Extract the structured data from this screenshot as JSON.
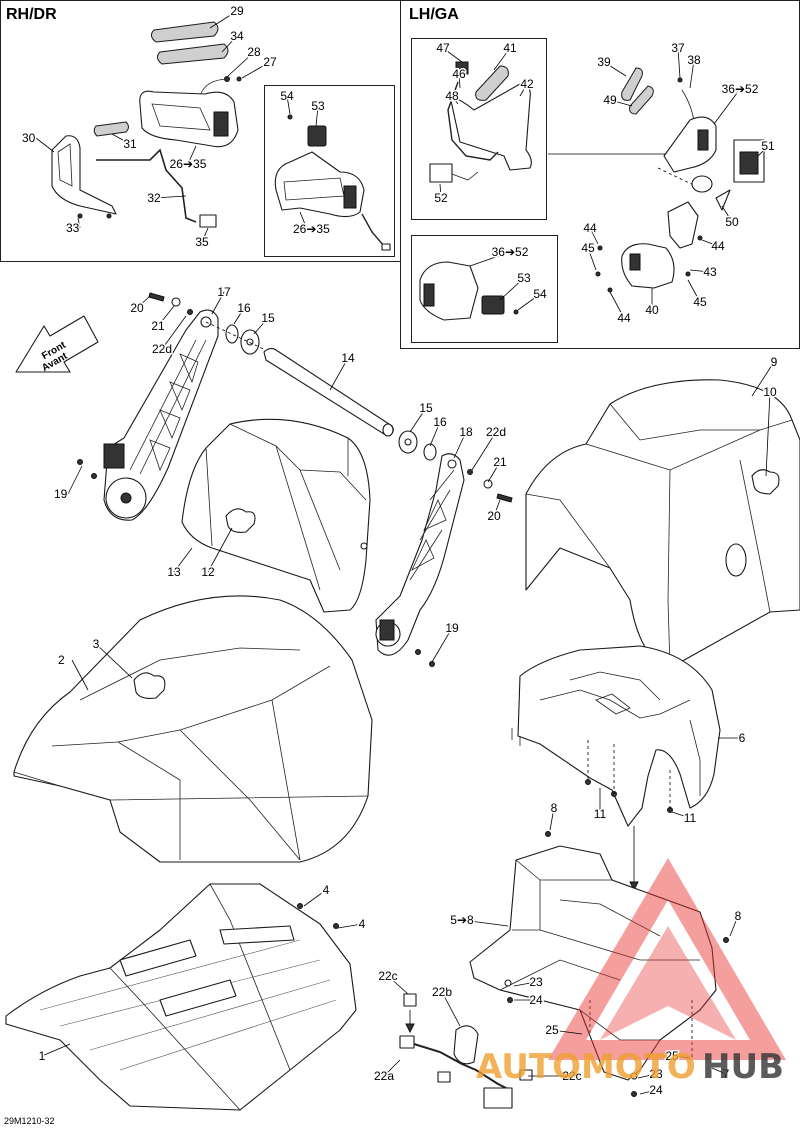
{
  "sections": {
    "rh_title": "RH/DR",
    "lh_title": "LH/GA"
  },
  "figure_id": "29M1210-32",
  "arrow": {
    "line1": "Front",
    "line2": "Avant"
  },
  "watermark": {
    "text_a": "AUTOMOTO",
    "text_b": "HUB",
    "color_a": "#f0a030",
    "color_b": "#333333",
    "logo_color": "#e83030"
  },
  "callouts": [
    {
      "t": "29"
    },
    {
      "t": "34"
    },
    {
      "t": "28"
    },
    {
      "t": "27"
    },
    {
      "t": "30"
    },
    {
      "t": "31"
    },
    {
      "t": "26➔35"
    },
    {
      "t": "32"
    },
    {
      "t": "33"
    },
    {
      "t": "35"
    },
    {
      "t": "54"
    },
    {
      "t": "53"
    },
    {
      "t": "26➔35"
    },
    {
      "t": "47"
    },
    {
      "t": "41"
    },
    {
      "t": "46"
    },
    {
      "t": "42"
    },
    {
      "t": "48"
    },
    {
      "t": "52"
    },
    {
      "t": "39"
    },
    {
      "t": "37"
    },
    {
      "t": "38"
    },
    {
      "t": "49"
    },
    {
      "t": "36➔52"
    },
    {
      "t": "51"
    },
    {
      "t": "50"
    },
    {
      "t": "44"
    },
    {
      "t": "45"
    },
    {
      "t": "44"
    },
    {
      "t": "43"
    },
    {
      "t": "40"
    },
    {
      "t": "45"
    },
    {
      "t": "44"
    },
    {
      "t": "36➔52"
    },
    {
      "t": "53"
    },
    {
      "t": "54"
    },
    {
      "t": "17"
    },
    {
      "t": "20"
    },
    {
      "t": "16"
    },
    {
      "t": "15"
    },
    {
      "t": "21"
    },
    {
      "t": "22d"
    },
    {
      "t": "14"
    },
    {
      "t": "19"
    },
    {
      "t": "15"
    },
    {
      "t": "16"
    },
    {
      "t": "18"
    },
    {
      "t": "22d"
    },
    {
      "t": "21"
    },
    {
      "t": "20"
    },
    {
      "t": "19"
    },
    {
      "t": "13"
    },
    {
      "t": "12"
    },
    {
      "t": "9"
    },
    {
      "t": "10"
    },
    {
      "t": "3"
    },
    {
      "t": "2"
    },
    {
      "t": "6"
    },
    {
      "t": "11"
    },
    {
      "t": "11"
    },
    {
      "t": "8"
    },
    {
      "t": "5➔8"
    },
    {
      "t": "8"
    },
    {
      "t": "4"
    },
    {
      "t": "4"
    },
    {
      "t": "22c"
    },
    {
      "t": "22b"
    },
    {
      "t": "23"
    },
    {
      "t": "24"
    },
    {
      "t": "25"
    },
    {
      "t": "1"
    },
    {
      "t": "25"
    },
    {
      "t": "22a"
    },
    {
      "t": "22c"
    },
    {
      "t": "23"
    },
    {
      "t": "7"
    },
    {
      "t": "24"
    }
  ]
}
